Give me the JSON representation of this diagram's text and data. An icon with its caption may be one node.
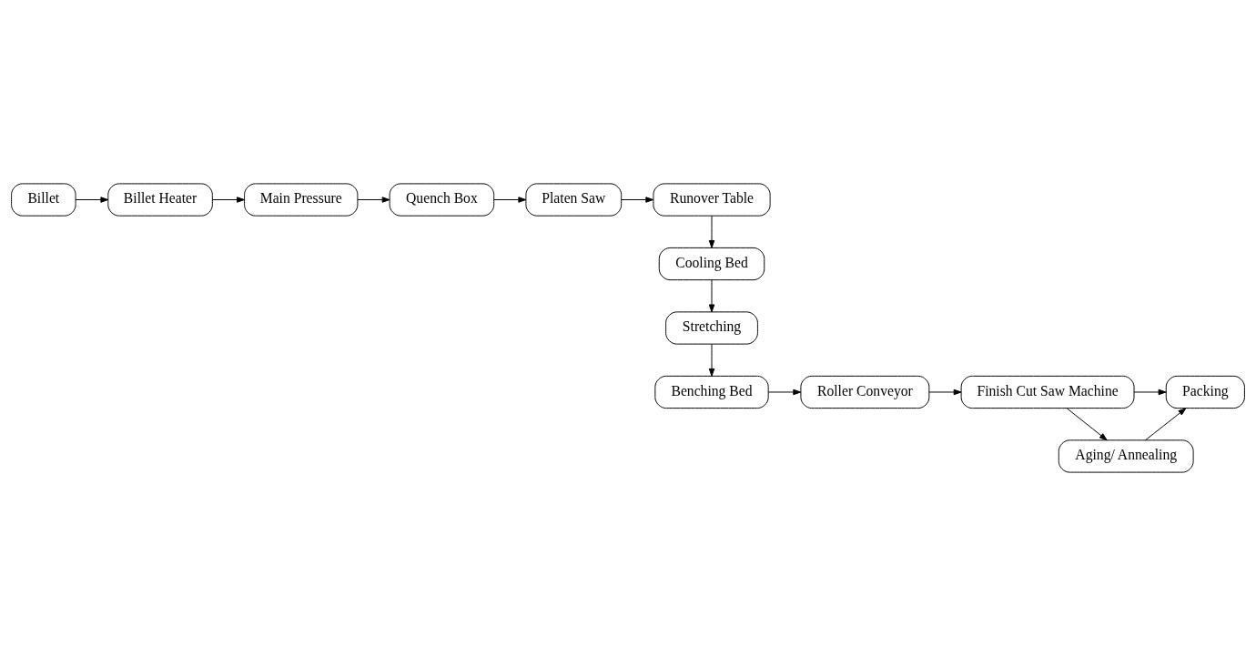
{
  "diagram": {
    "nodes": [
      {
        "text": [
          "Billet"
        ]
      },
      {
        "text": [
          "Billet Heater"
        ]
      },
      {
        "text": [
          "Main Pressure"
        ]
      },
      {
        "text": [
          "Quench Box"
        ]
      },
      {
        "text": [
          "Platen Saw"
        ]
      },
      {
        "text": [
          "Runover Table"
        ]
      },
      {
        "text": [
          "Cooling Bed"
        ]
      },
      {
        "text": [
          "Stretching"
        ]
      },
      {
        "text": [
          "Benching Bed"
        ]
      },
      {
        "text": [
          "Roller Conveyor"
        ]
      },
      {
        "text": [
          "Finish Cut Saw Machine"
        ]
      },
      {
        "text": [
          "Packing"
        ]
      },
      {
        "text": [
          "Aging/ Annealing"
        ]
      }
    ],
    "edges": [
      {
        "from": 0,
        "to": 1,
        "arrow": "to"
      },
      {
        "from": 1,
        "to": 2,
        "arrow": "to"
      },
      {
        "from": 2,
        "to": 3,
        "arrow": "to"
      },
      {
        "from": 3,
        "to": 4,
        "arrow": "to"
      },
      {
        "from": 4,
        "to": 5,
        "arrow": "to"
      },
      {
        "from": 5,
        "to": 6,
        "arrow": "to"
      },
      {
        "from": 6,
        "to": 7,
        "arrow": "to"
      },
      {
        "from": 7,
        "to": 8,
        "arrow": "to"
      },
      {
        "from": 8,
        "to": 9,
        "arrow": "to"
      },
      {
        "from": 9,
        "to": 10,
        "arrow": "to"
      },
      {
        "from": 10,
        "to": 11,
        "arrow": "to"
      },
      {
        "from": 10,
        "to": 12,
        "arrow": "to"
      },
      {
        "from": 12,
        "to": 11,
        "arrow": "to"
      }
    ]
  }
}
